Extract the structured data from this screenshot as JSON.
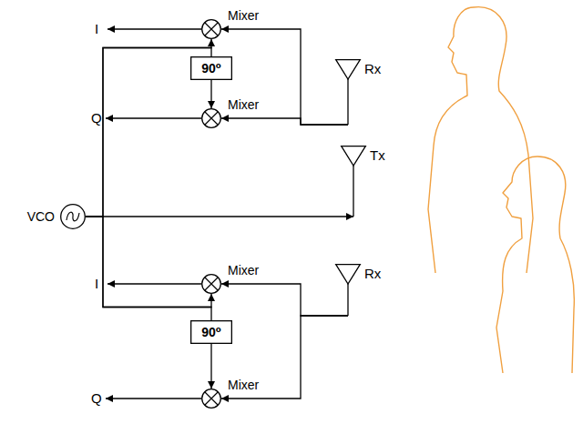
{
  "diagram": {
    "nodes": [
      {
        "text": [
          "Mixer"
        ]
      },
      {
        "text": [
          "90⁰"
        ]
      },
      {
        "text": [
          "Mixer"
        ]
      },
      {
        "text": [
          "Rx"
        ]
      },
      {
        "text": [
          "VCO"
        ]
      },
      {
        "text": [
          "Tx"
        ]
      },
      {
        "text": [
          "Mixer"
        ]
      },
      {
        "text": [
          "90⁰"
        ]
      },
      {
        "text": [
          "Mixer"
        ]
      },
      {
        "text": [
          "Rx"
        ]
      }
    ],
    "edges": [
      {
        "from": 4,
        "to": 5,
        "arrow": "to"
      },
      {
        "from": 4,
        "to": 0,
        "arrow": "to"
      },
      {
        "from": 4,
        "to": 1,
        "arrow": "none"
      },
      {
        "from": 1,
        "to": 2,
        "arrow": "to"
      },
      {
        "from": 3,
        "to": 0,
        "arrow": "to"
      },
      {
        "from": 3,
        "to": 2,
        "arrow": "to"
      },
      {
        "from": 4,
        "to": 6,
        "arrow": "to"
      },
      {
        "from": 4,
        "to": 7,
        "arrow": "none"
      },
      {
        "from": 7,
        "to": 8,
        "arrow": "to"
      },
      {
        "from": 9,
        "to": 6,
        "arrow": "to"
      },
      {
        "from": 9,
        "to": 8,
        "arrow": "to"
      }
    ],
    "labels": [
      "I",
      "Q",
      "I",
      "Q"
    ]
  }
}
